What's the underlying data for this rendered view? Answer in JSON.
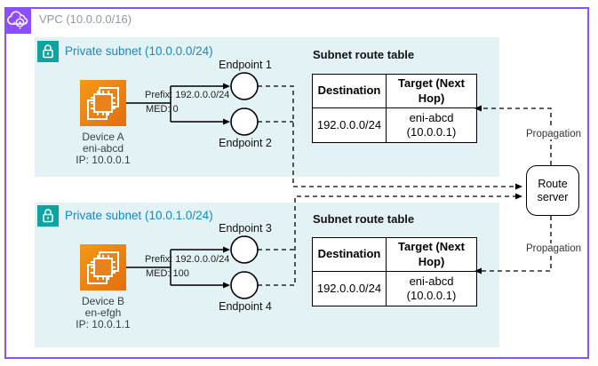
{
  "vpc": {
    "label": "VPC (10.0.0.0/16)"
  },
  "subnets": [
    {
      "label": "Private subnet (10.0.0.0/24)",
      "device": {
        "line1": "Device A",
        "line2": "eni-abcd",
        "line3": "IP: 10.0.0.1"
      },
      "prefix": "Prefix: 192.0.0.0/24",
      "med": "MED: 0",
      "endpoint_top": "Endpoint 1",
      "endpoint_bottom": "Endpoint 2",
      "route_table": {
        "title": "Subnet route table",
        "col1_header": "Destination",
        "col2_header": "Target (Next\nHop)",
        "row": {
          "destination": "192.0.0.0/24",
          "target": "eni-abcd\n(10.0.0.1)"
        }
      }
    },
    {
      "label": "Private subnet (10.0.1.0/24)",
      "device": {
        "line1": "Device B",
        "line2": "en-efgh",
        "line3": "IP: 10.0.1.1"
      },
      "prefix": "Prefix: 192.0.0.0/24",
      "med": "MED: 100",
      "endpoint_top": "Endpoint 3",
      "endpoint_bottom": "Endpoint 4",
      "route_table": {
        "title": "Subnet route table",
        "col1_header": "Destination",
        "col2_header": "Target (Next\nHop)",
        "row": {
          "destination": "192.0.0.0/24",
          "target": "eni-abcd\n(10.0.0.1)"
        }
      }
    }
  ],
  "route_server": {
    "label": "Route\nserver"
  },
  "propagation": {
    "top": "Propagation",
    "bottom": "Propagation"
  },
  "colors": {
    "vpc_border": "#8C4FFF",
    "vpc_label_text": "#8F99A0",
    "subnet_bg": "#E2F2F5",
    "subnet_label_text": "#1489CC",
    "lock_icon_bg": "#0DA3A0",
    "device_icon_gradient_start": "#F49917",
    "device_icon_gradient_end": "#E36D0E",
    "line_color": "#000000"
  }
}
